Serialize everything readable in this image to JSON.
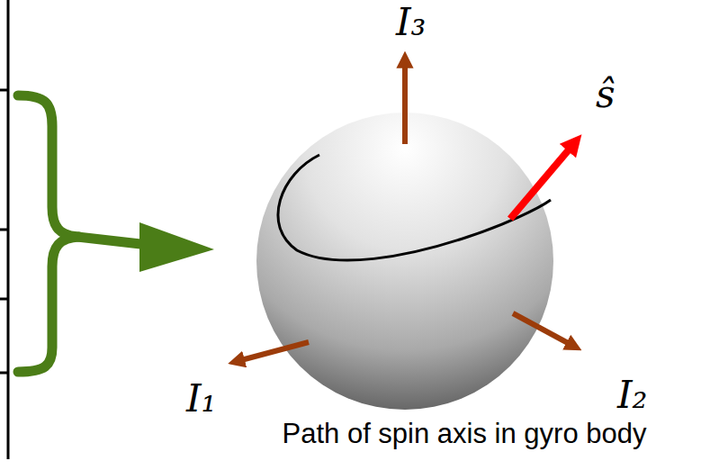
{
  "diagram": {
    "caption": "Path of spin axis in gyro body",
    "labels": [
      "I₃",
      "ŝ",
      "I₁",
      "I₂"
    ]
  }
}
